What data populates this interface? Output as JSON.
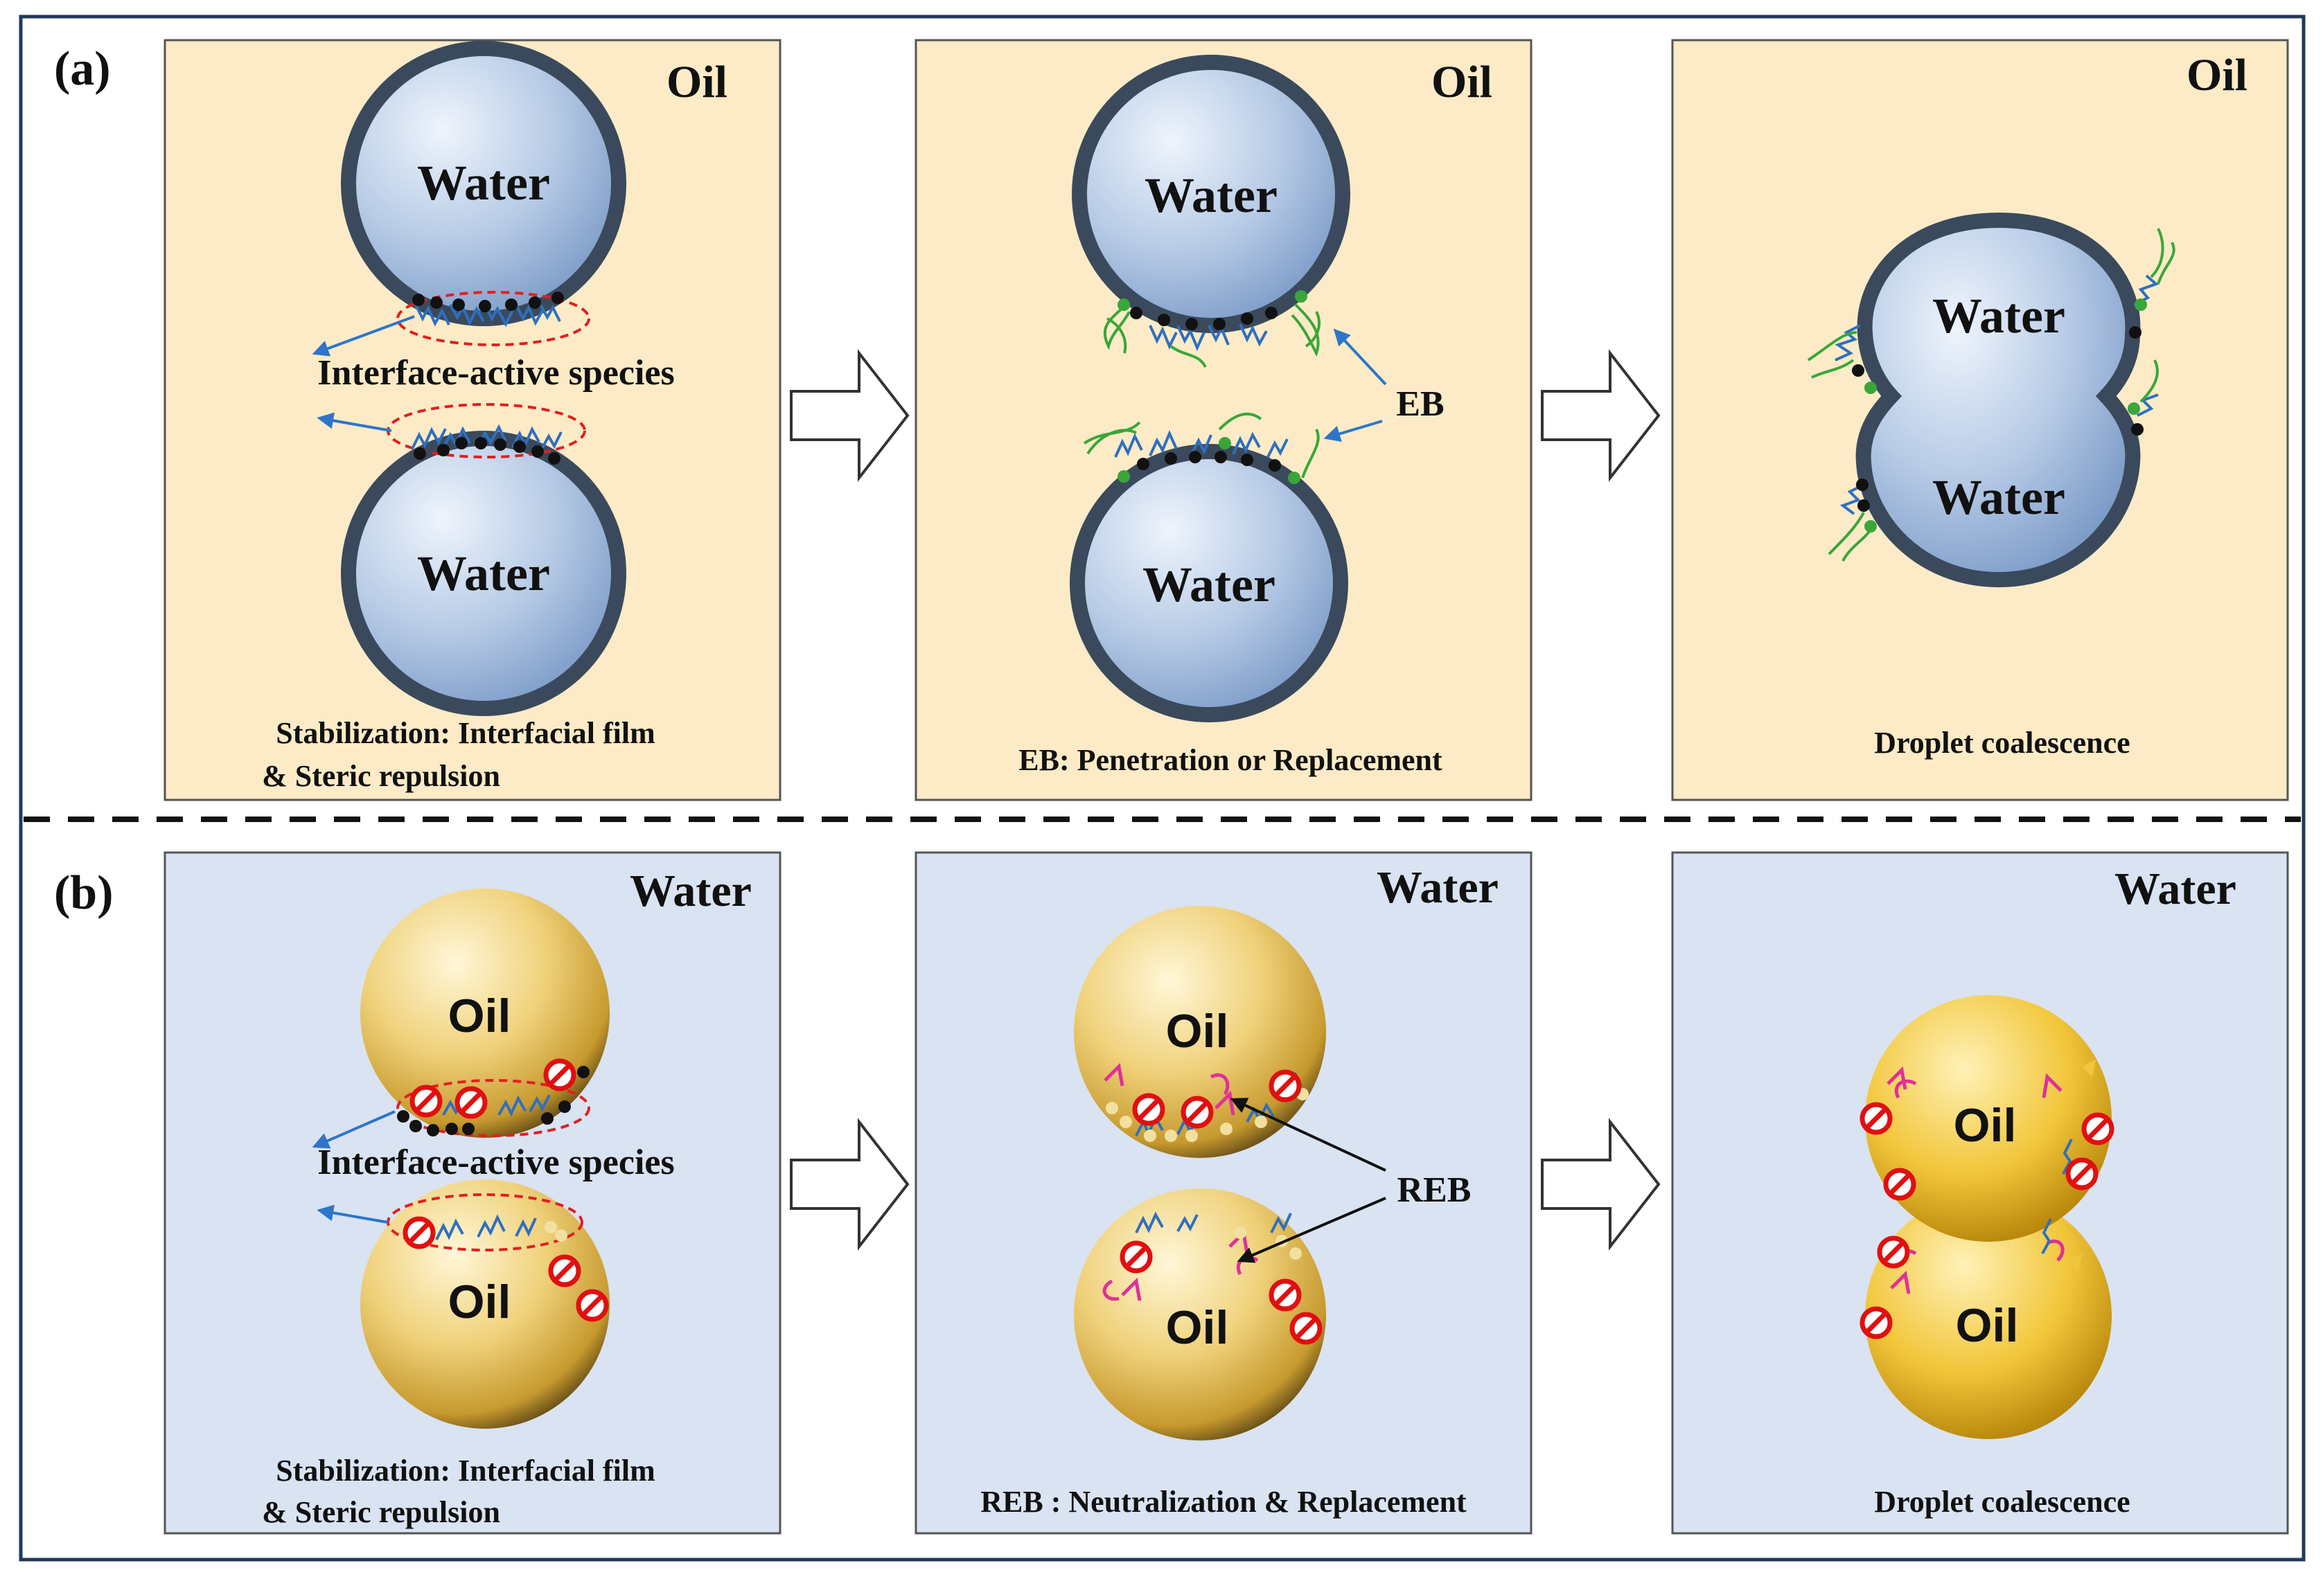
{
  "row_a": {
    "tag": "(a)",
    "panel1": {
      "phase": "Oil",
      "drop_top": "Water",
      "drop_bottom": "Water",
      "annotation": "Interface-active species",
      "caption_1": "Stabilization: Interfacial film",
      "caption_2": "& Steric repulsion"
    },
    "panel2": {
      "phase": "Oil",
      "drop_top": "Water",
      "drop_bottom": "Water",
      "annotation": "EB",
      "caption": "EB: Penetration or Replacement"
    },
    "panel3": {
      "phase": "Oil",
      "drop_top": "Water",
      "drop_bottom": "Water",
      "caption": "Droplet coalescence"
    }
  },
  "row_b": {
    "tag": "(b)",
    "panel1": {
      "phase": "Water",
      "drop_top": "Oil",
      "drop_bottom": "Oil",
      "annotation": "Interface-active species",
      "caption_1": "Stabilization: Interfacial film",
      "caption_2": "& Steric repulsion"
    },
    "panel2": {
      "phase": "Water",
      "drop_top": "Oil",
      "drop_bottom": "Oil",
      "annotation": "REB",
      "caption": "REB : Neutralization & Replacement"
    },
    "panel3": {
      "phase": "Water",
      "drop_top": "Oil",
      "drop_bottom": "Oil",
      "caption": "Droplet coalescence"
    }
  },
  "colors": {
    "oil_panel": "#fcebc6",
    "water_panel": "#d9e3f2",
    "frame": "#1f3a5a",
    "droplet_rim": "#3a4a5c",
    "droplet_fill": "#a9c0e0",
    "oil_droplet": "#e8c560",
    "arrow_blue": "#2e75c9",
    "ellipse_red": "#e02020",
    "chain_blue": "#2f6fc0",
    "chain_green": "#3aa63a",
    "chain_pink": "#e0309a"
  }
}
